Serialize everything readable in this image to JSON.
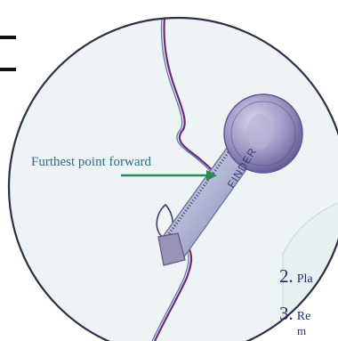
{
  "annotation": {
    "label": "Furthest point forward"
  },
  "device": {
    "brand": "FINDER"
  },
  "steps": [
    {
      "number": "2.",
      "text": "Pla"
    },
    {
      "number": "3.",
      "text": "Re",
      "continuation": "m"
    }
  ],
  "colors": {
    "circle_fill": "#eef3f5",
    "circle_stroke": "#2c2f45",
    "profile_stroke": "#6d2a7a",
    "arrow": "#2b8a4d",
    "label": "#2a6e8a",
    "coin": "#8c84b8",
    "tube": "#b8bfd6",
    "panel": "#eef4f4",
    "step_text": "#1d2f6b"
  }
}
